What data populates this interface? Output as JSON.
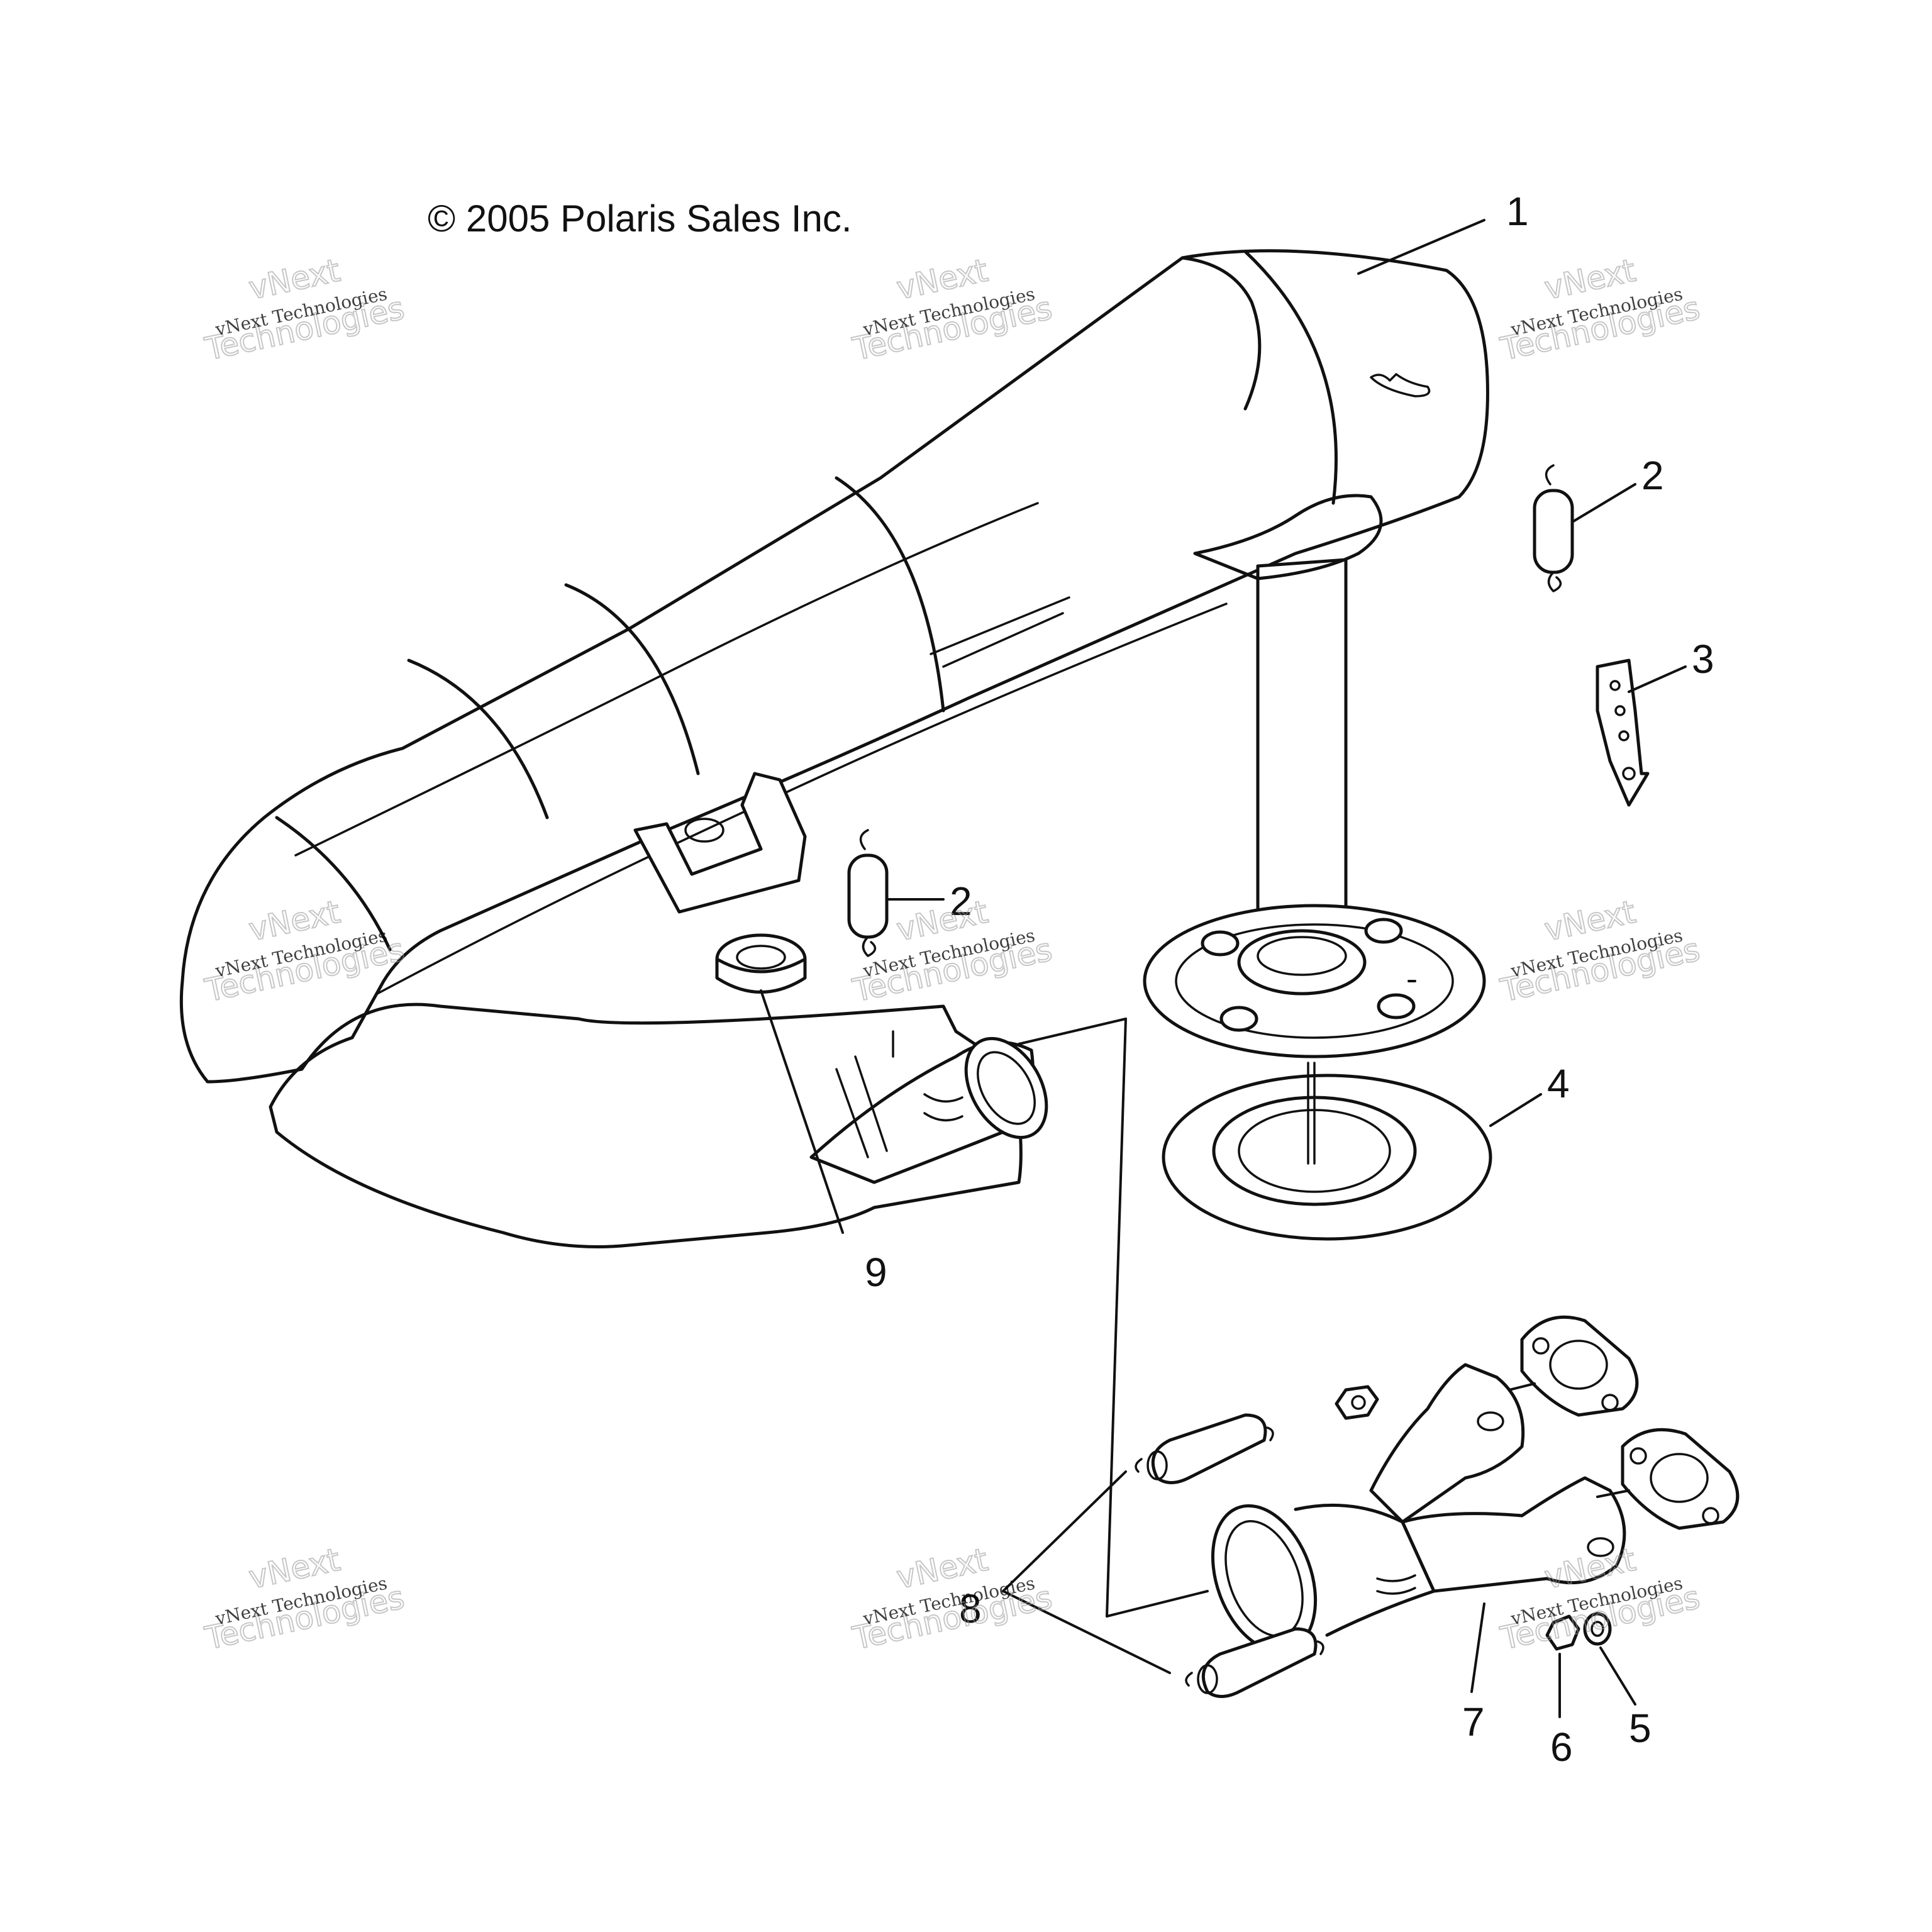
{
  "copyright": "© 2005 Polaris Sales Inc.",
  "watermark": {
    "line_small": "vNext Technologies",
    "line_big_1": "vNext",
    "line_big_2": "Technologies"
  },
  "callouts": [
    "1",
    "2",
    "2",
    "3",
    "4",
    "5",
    "6",
    "7",
    "8",
    "9"
  ],
  "parts": [
    "muffler-assembly",
    "spring",
    "bracket",
    "gasket",
    "washer",
    "nut",
    "exhaust-manifold",
    "spring",
    "grommet"
  ]
}
